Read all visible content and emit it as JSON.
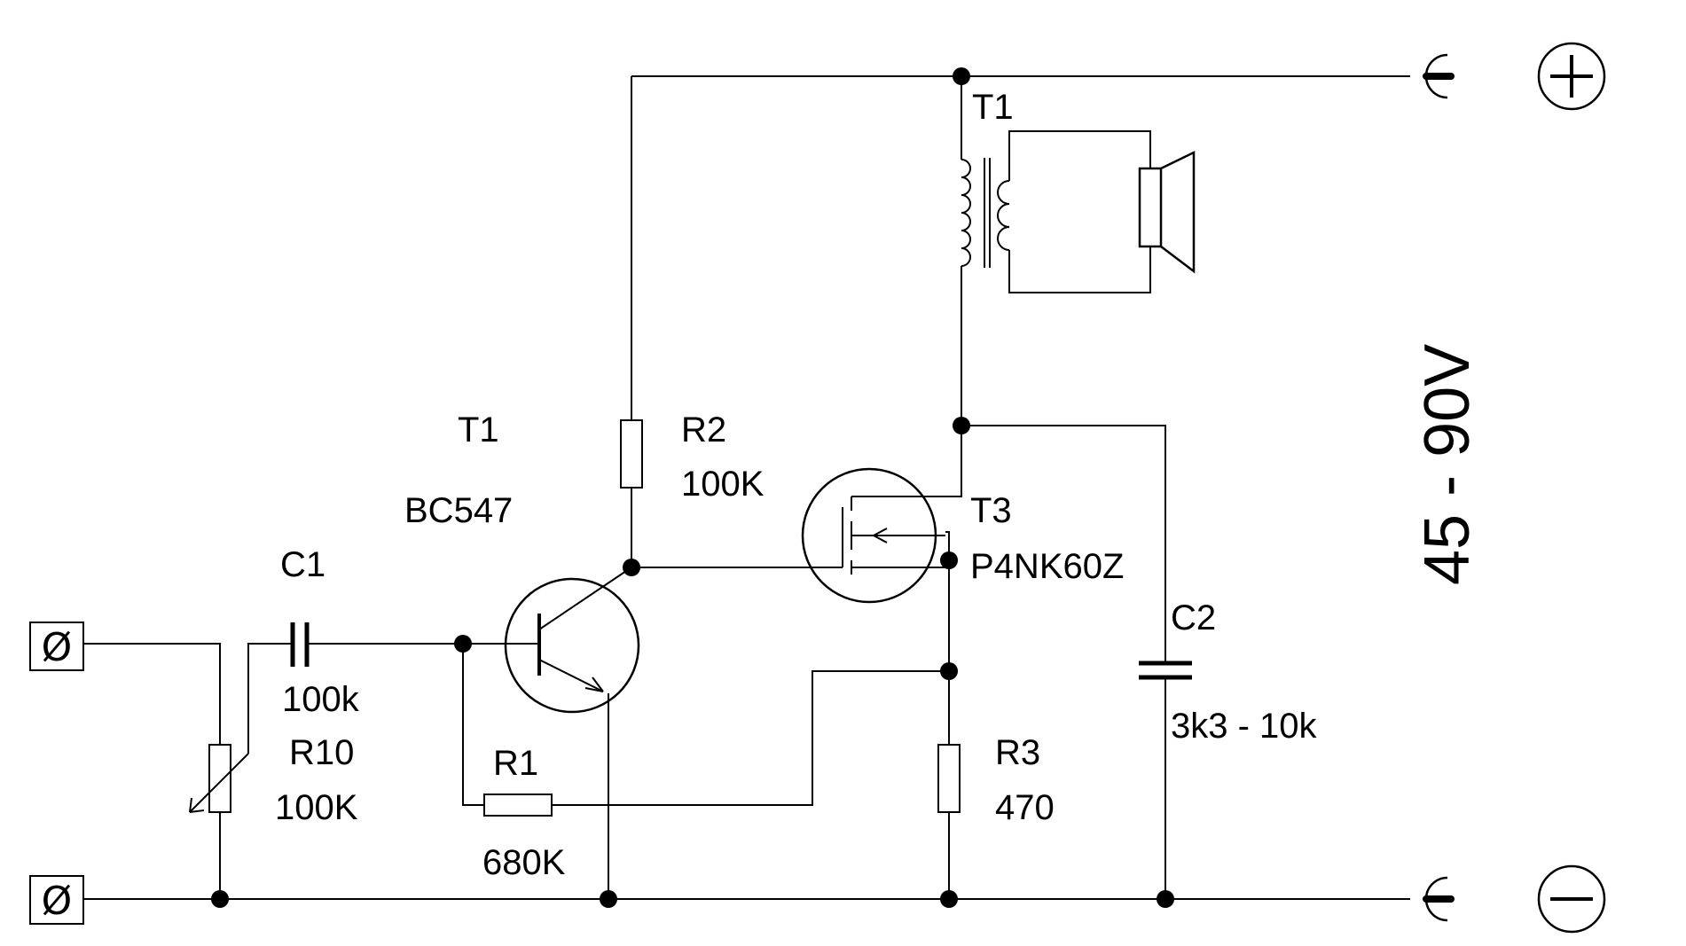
{
  "labels": {
    "t1_transformer": "T1",
    "t1_transistor_ref": "T1",
    "t1_transistor_part": "BC547",
    "r2_ref": "R2",
    "r2_value": "100K",
    "t3_ref": "T3",
    "t3_part": "P4NK60Z",
    "c1_ref": "C1",
    "c1_value": "100k",
    "r10_ref": "R10",
    "r10_value": "100K",
    "r1_ref": "R1",
    "r1_value": "680K",
    "r3_ref": "R3",
    "r3_value": "470",
    "c2_ref": "C2",
    "c2_value": "3k3 - 10k",
    "voltage": "45 - 90V"
  },
  "terminals": {
    "input_top": "Ø",
    "input_bottom": "Ø"
  }
}
